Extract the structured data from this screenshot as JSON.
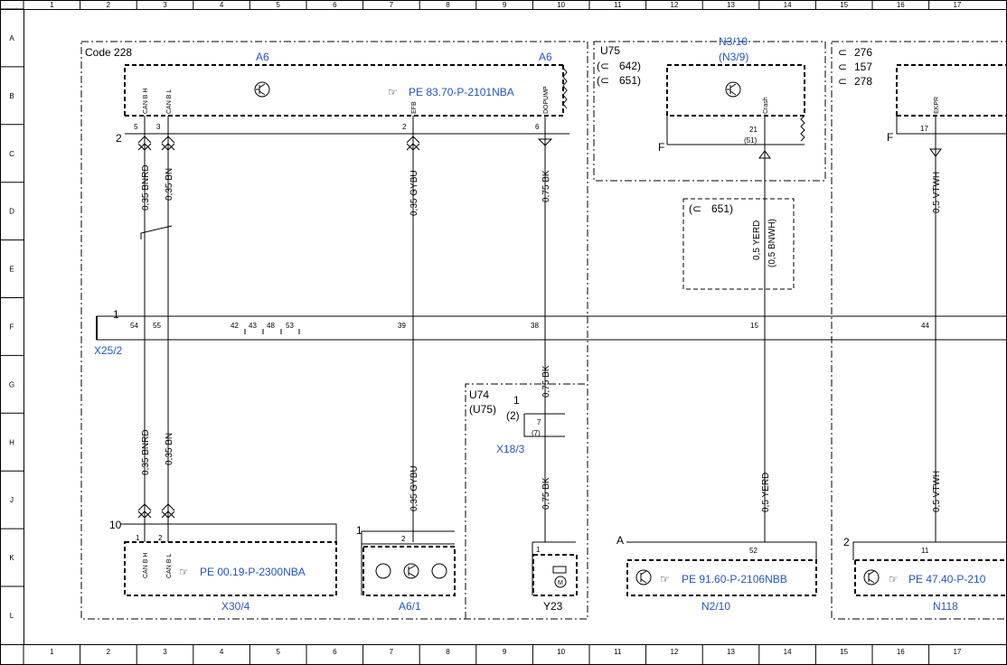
{
  "ruler": {
    "columns": [
      "1",
      "2",
      "3",
      "4",
      "5",
      "6",
      "7",
      "8",
      "9",
      "10",
      "11",
      "12",
      "13",
      "14",
      "15",
      "16",
      "17"
    ],
    "rows": [
      "A",
      "B",
      "C",
      "D",
      "E",
      "F",
      "G",
      "H",
      "J",
      "K",
      "L"
    ]
  },
  "blocks": {
    "code_label": "Code 228",
    "a6_title_left": "A6",
    "a6_title_right": "A6",
    "a6_ref": "PE 83.70-P-2101NBA",
    "a6_pins": {
      "p5": "5",
      "p3": "3",
      "p2": "2",
      "p6": "6",
      "canbh": "CAN B H",
      "canbl": "CAN B L",
      "efb": "EFB",
      "dopump": "DOPUMP"
    },
    "connector_2": "2",
    "u75": "U75",
    "eng_642": "642)",
    "eng_651": "651)",
    "n310": "N3/10",
    "n39": "(N3/9)",
    "crash": "Crash",
    "pin21": "21",
    "pin51": "(51)",
    "f_left": "F",
    "f_right": "F",
    "eng_651_box": "651)",
    "eng_276": "276",
    "eng_157": "157",
    "eng_278": "278",
    "ekpr": "EKPR",
    "pin17": "17",
    "x25_1": "1",
    "x25_2": "X25/2",
    "x25_pins": {
      "p54": "54",
      "p55": "55",
      "p42": "42",
      "p43": "43",
      "p48": "48",
      "p53": "53",
      "p39": "39",
      "p38": "38",
      "p15": "15",
      "p44": "44"
    },
    "u74": "U74",
    "u75b": "(U75)",
    "x183_1": "1",
    "x183_2": "(2)",
    "x183_7": "7",
    "x183_7b": "(7)",
    "x183": "X18/3",
    "x304_10": "10",
    "x304_p1": "1",
    "x304_p2": "2",
    "x304_ref": "PE 00.19-P-2300NBA",
    "x304": "X30/4",
    "a61_1": "1",
    "a61_2": "2",
    "a61": "A6/1",
    "y23_1": "1",
    "y23": "Y23",
    "m": "M",
    "a_label": "A",
    "pin52": "52",
    "n210_ref": "PE 91.60-P-2106NBB",
    "n210": "N2/10",
    "two_label": "2",
    "pin11": "11",
    "n118_ref": "PE 47.40-P-210",
    "n118": "N118"
  },
  "wires": {
    "w1": "0,35 BNRD",
    "w2": "0,35 BN",
    "w3": "0,35 GYBU",
    "w4": "0,75 BK",
    "w5": "0,5 YERD",
    "w6": "(0,5 BNWH)",
    "w7": "0,5 VTWH",
    "w8": "0,75 BK",
    "w9": "0,35 BNRD",
    "w10": "0,35 BN",
    "w11": "0,35 GYBU",
    "w12": "0,75 BK",
    "w13": "0,5 YERD",
    "w14": "0,5 VTWH"
  }
}
